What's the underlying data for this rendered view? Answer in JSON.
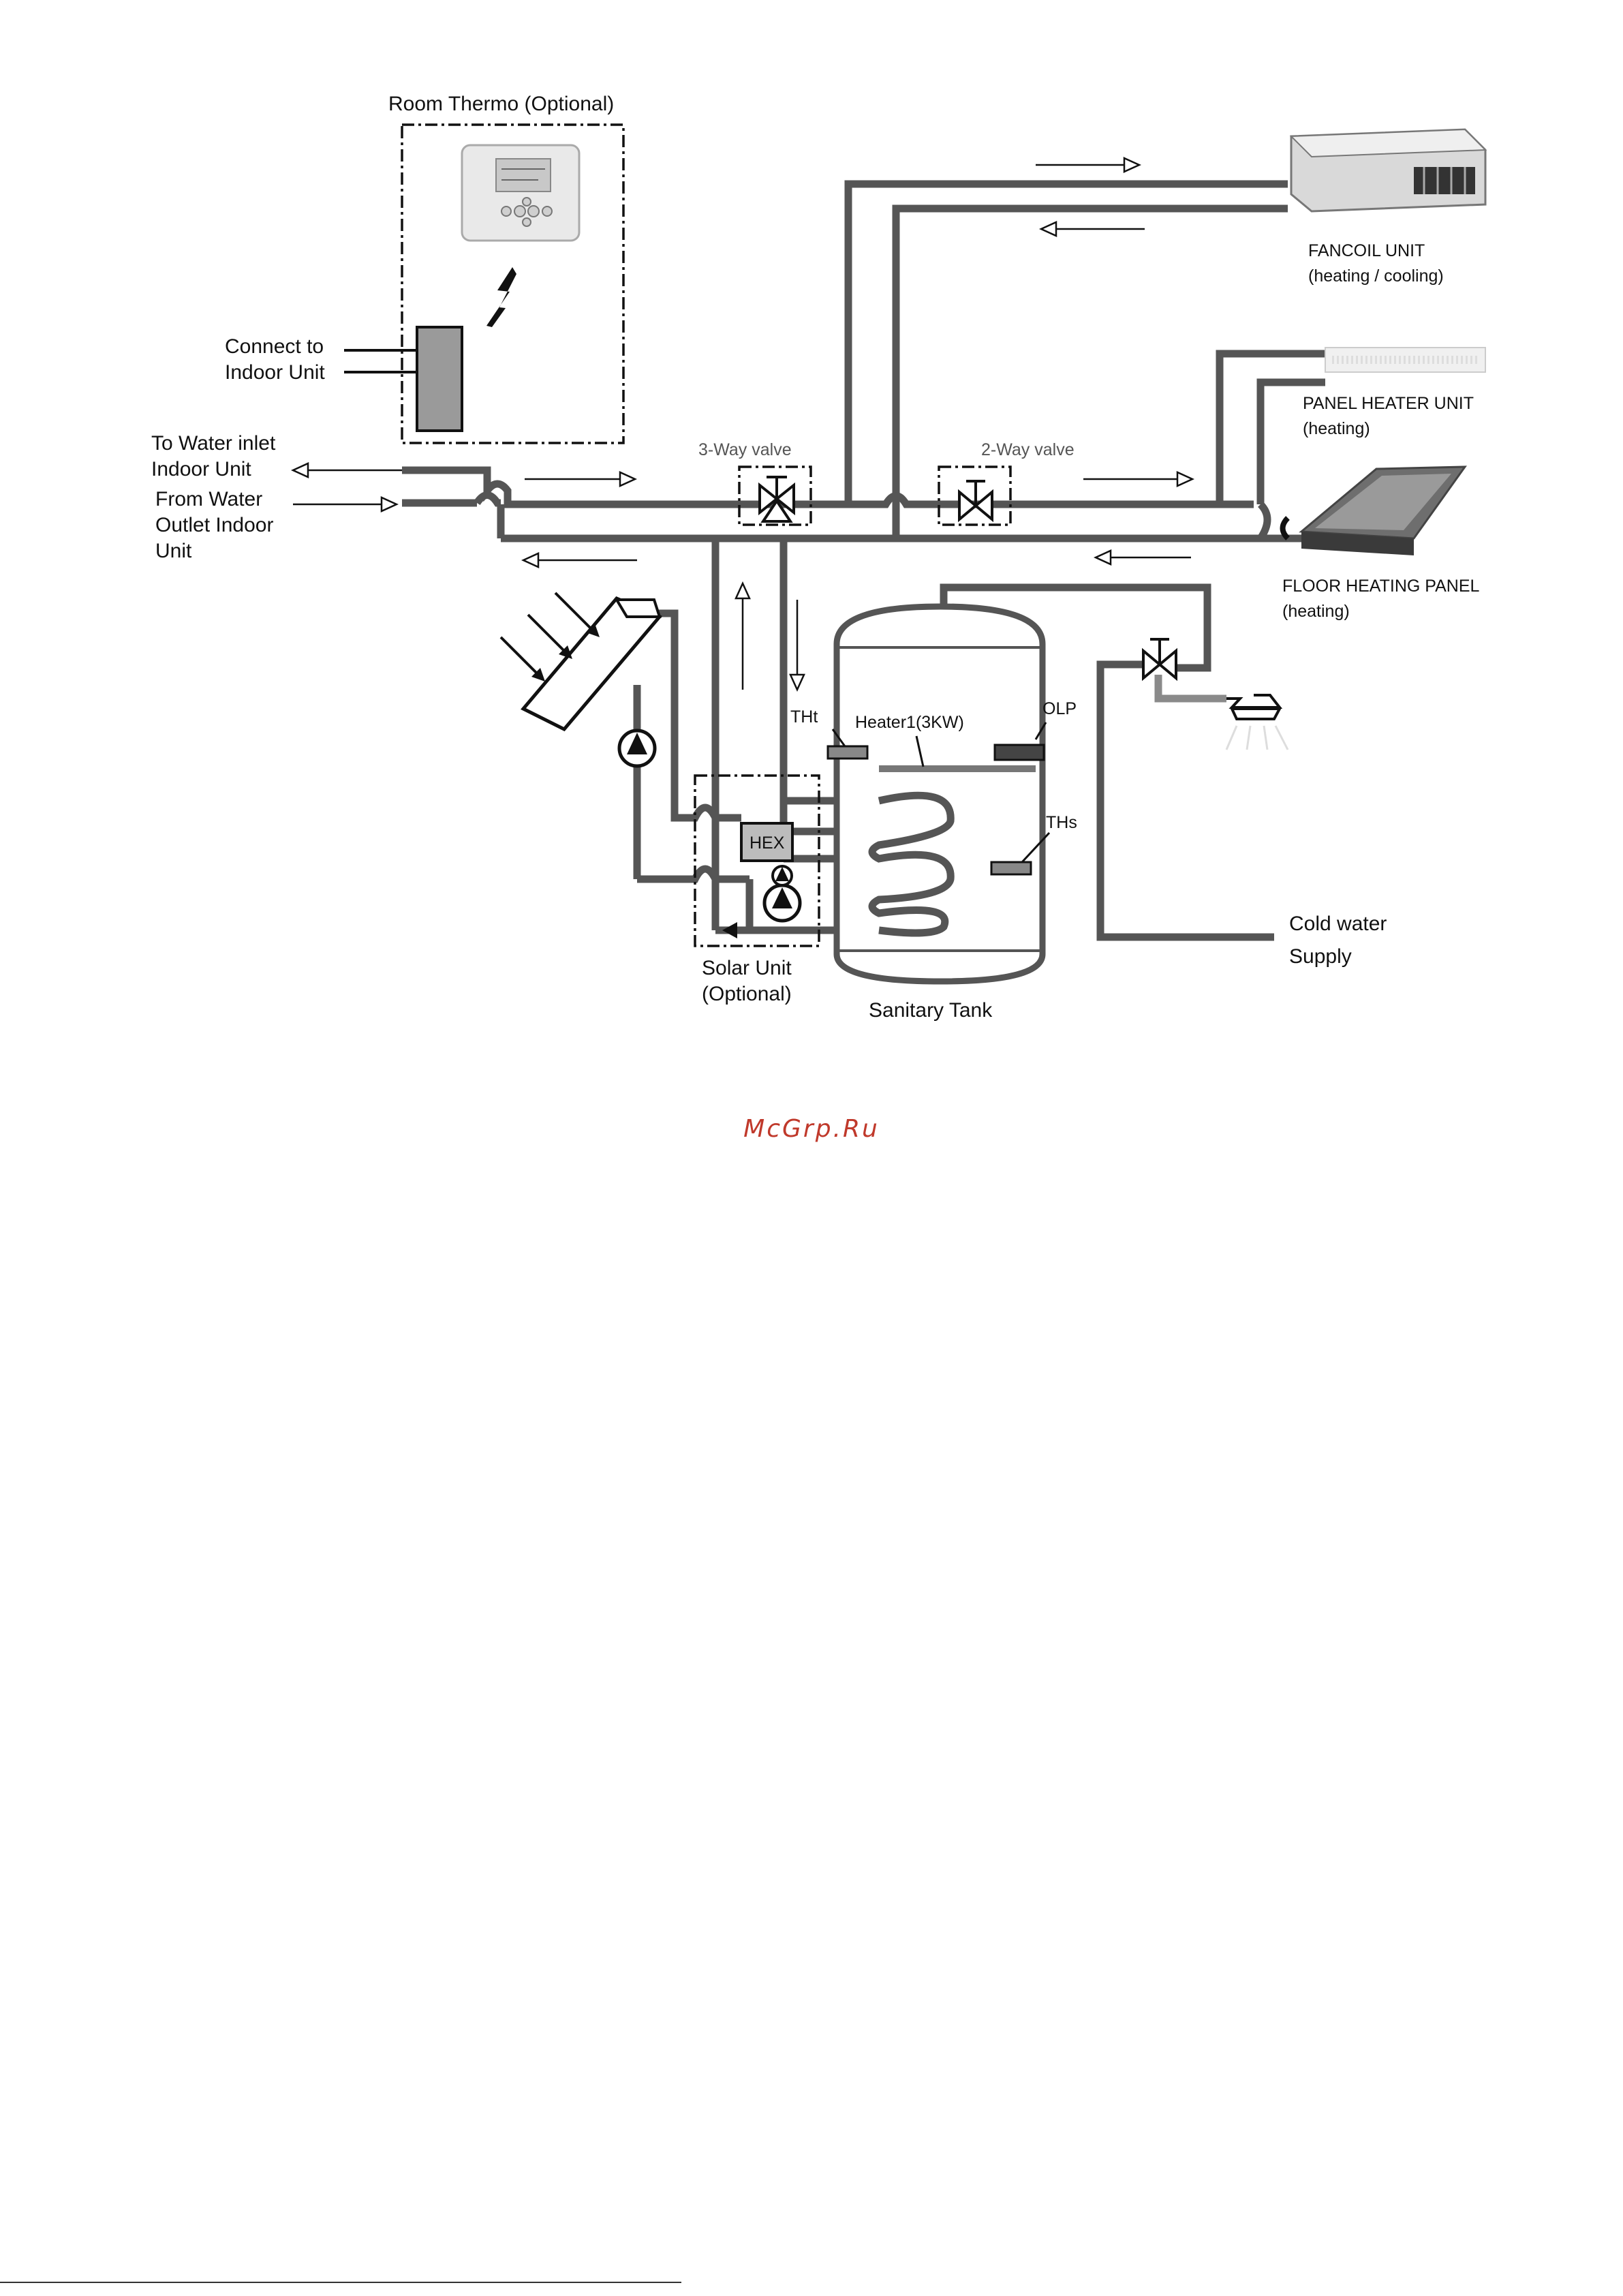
{
  "labels": {
    "room_thermo": "Room Thermo (Optional)",
    "connect_line1": "Connect to",
    "connect_line2": "Indoor Unit",
    "to_water_line1": "To Water inlet",
    "to_water_line2": "Indoor Unit",
    "from_water_line1": "From Water",
    "from_water_line2": "Outlet Indoor",
    "from_water_line3": "Unit",
    "three_way_valve": "3-Way valve",
    "two_way_valve": "2-Way valve",
    "fancoil_line1": "FANCOIL UNIT",
    "fancoil_line2": "(heating / cooling)",
    "panel_line1": "PANEL HEATER UNIT",
    "panel_line2": "(heating)",
    "floor_line1": "FLOOR HEATING PANEL",
    "floor_line2": "(heating)",
    "tht": "THt",
    "heater1": "Heater1(3KW)",
    "olp": "OLP",
    "ths": "THs",
    "hex": "HEX",
    "cold_line1": "Cold water",
    "cold_line2": "Supply",
    "solar_line1": "Solar Unit",
    "solar_line2": "(Optional)",
    "sanitary_tank": "Sanitary Tank"
  },
  "watermark": {
    "text": "McGrp.Ru",
    "color": "#c0392b"
  },
  "colors": {
    "pipe": "#555555",
    "pipe_light": "#8a8a8a",
    "tank_fill": "#ffffff",
    "thermo_body": "#e9e9e9",
    "connector_box": "#9a9a9a",
    "hex_box": "#bcbcbc"
  }
}
